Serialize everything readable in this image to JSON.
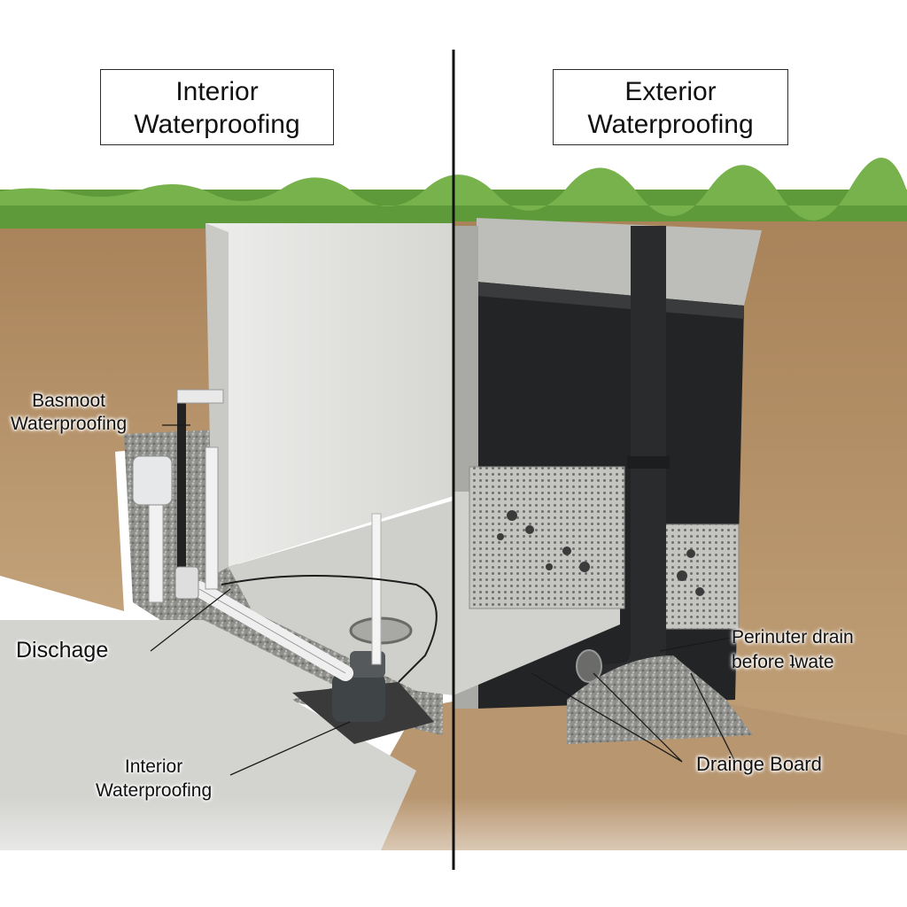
{
  "titles": {
    "interior": {
      "line1": "Interior",
      "line2": "Waterproofing"
    },
    "exterior": {
      "line1": "Exterior",
      "line2": "Waterproofing"
    }
  },
  "labels": {
    "basement": {
      "line1": "Basmoot",
      "line2": "Waterproofing"
    },
    "discharge": "Dischage",
    "interior": {
      "line1": "Interior",
      "line2": "Waterproofing"
    },
    "perimeter": {
      "line1": "Perinuter drain",
      "line2": "before ʇwate"
    },
    "drainage_board": "Drainge Board"
  },
  "colors": {
    "grass": "#5f9a3a",
    "soil": "#9a7a55",
    "concrete": "#d6d6d3",
    "membrane": "#232426",
    "pipe_white": "#efefef",
    "divider": "#111111"
  }
}
